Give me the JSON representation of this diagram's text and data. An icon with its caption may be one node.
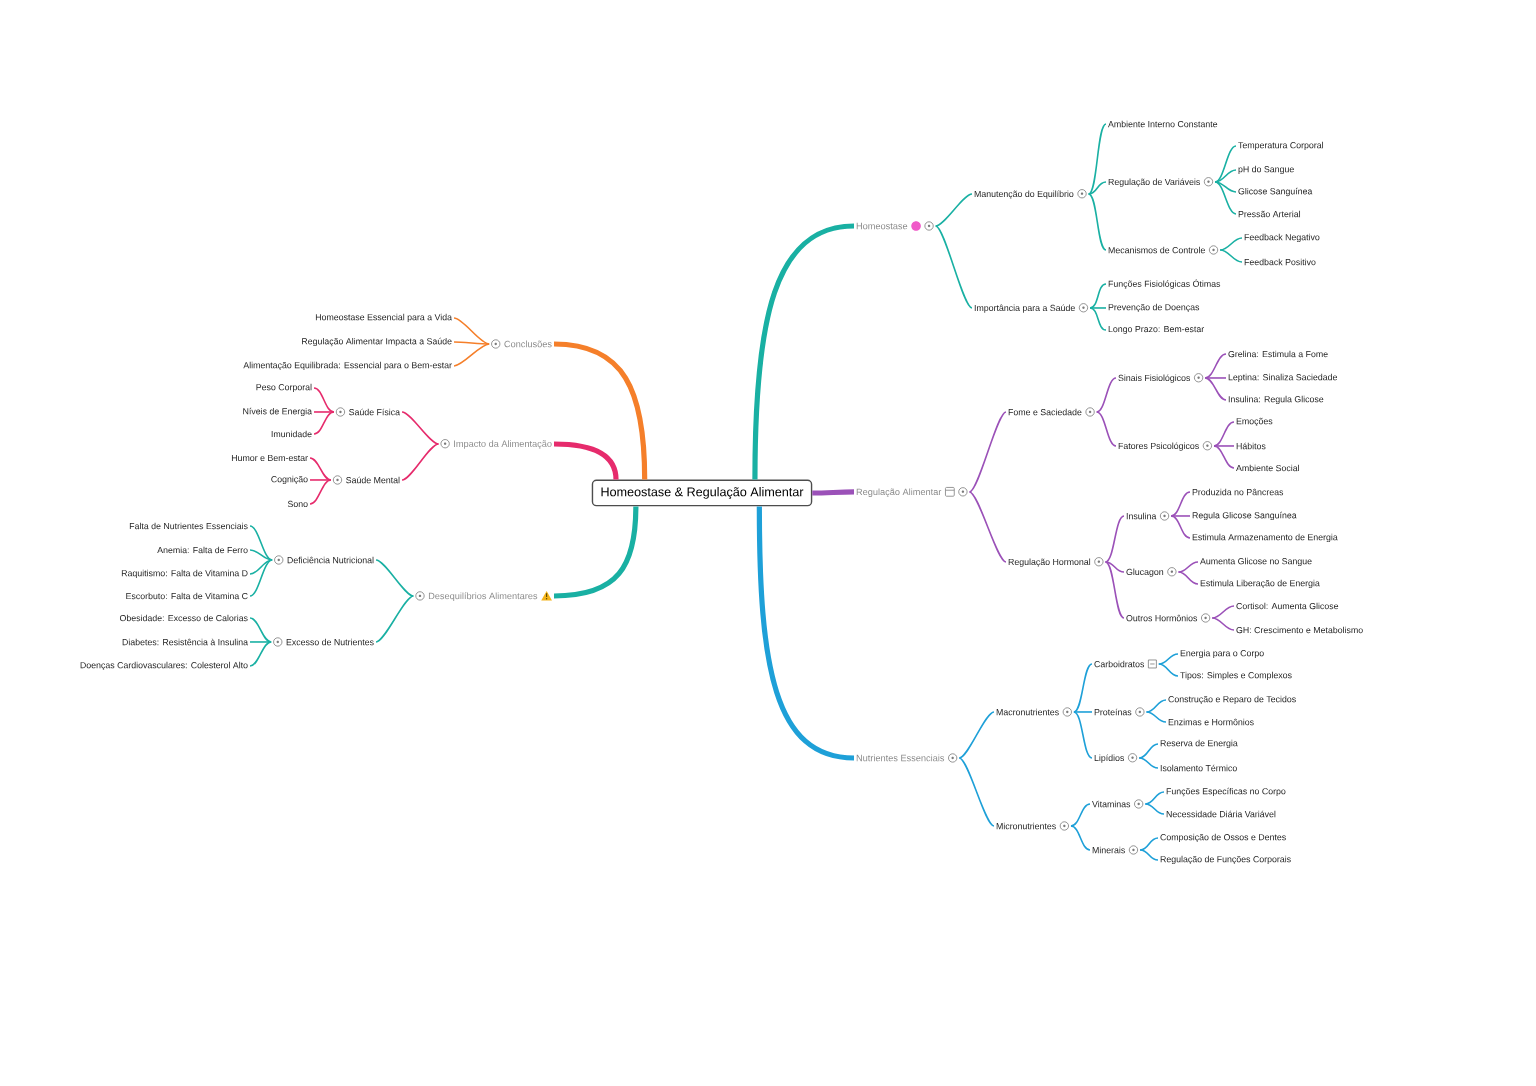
{
  "diagram": {
    "nodes": [
      {
        "text": [
          "Homeostase & Regulação Alimentar"
        ]
      },
      {
        "text": [
          "Homeostase"
        ]
      },
      {
        "text": [
          "Manutenção do Equilíbrio"
        ]
      },
      {
        "text": [
          "Ambiente Interno Constante"
        ]
      },
      {
        "text": [
          "Regulação de Variáveis"
        ]
      },
      {
        "text": [
          "Temperatura Corporal"
        ]
      },
      {
        "text": [
          "pH do Sangue"
        ]
      },
      {
        "text": [
          "Glicose Sanguínea"
        ]
      },
      {
        "text": [
          "Pressão Arterial"
        ]
      },
      {
        "text": [
          "Mecanismos de Controle"
        ]
      },
      {
        "text": [
          "Feedback Negativo"
        ]
      },
      {
        "text": [
          "Feedback Positivo"
        ]
      },
      {
        "text": [
          "Importância para a Saúde"
        ]
      },
      {
        "text": [
          "Funções Fisiológicas Ótimas"
        ]
      },
      {
        "text": [
          "Prevenção de Doenças"
        ]
      },
      {
        "text": [
          "Longo Prazo: Bem-estar"
        ]
      },
      {
        "text": [
          "Regulação Alimentar"
        ]
      },
      {
        "text": [
          "Fome e Saciedade"
        ]
      },
      {
        "text": [
          "Sinais Fisiológicos"
        ]
      },
      {
        "text": [
          "Grelina: Estimula a Fome"
        ]
      },
      {
        "text": [
          "Leptina: Sinaliza Saciedade"
        ]
      },
      {
        "text": [
          "Insulina: Regula Glicose"
        ]
      },
      {
        "text": [
          "Fatores Psicológicos"
        ]
      },
      {
        "text": [
          "Emoções"
        ]
      },
      {
        "text": [
          "Hábitos"
        ]
      },
      {
        "text": [
          "Ambiente Social"
        ]
      },
      {
        "text": [
          "Regulação Hormonal"
        ]
      },
      {
        "text": [
          "Insulina"
        ]
      },
      {
        "text": [
          "Produzida no Pâncreas"
        ]
      },
      {
        "text": [
          "Regula Glicose Sanguínea"
        ]
      },
      {
        "text": [
          "Estimula Armazenamento de Energia"
        ]
      },
      {
        "text": [
          "Glucagon"
        ]
      },
      {
        "text": [
          "Aumenta Glicose no Sangue"
        ]
      },
      {
        "text": [
          "Estimula Liberação de Energia"
        ]
      },
      {
        "text": [
          "Outros Hormônios"
        ]
      },
      {
        "text": [
          "Cortisol: Aumenta Glicose"
        ]
      },
      {
        "text": [
          "GH: Crescimento e Metabolismo"
        ]
      },
      {
        "text": [
          "Nutrientes Essenciais"
        ]
      },
      {
        "text": [
          "Macronutrientes"
        ]
      },
      {
        "text": [
          "Carboidratos"
        ]
      },
      {
        "text": [
          "Energia para o Corpo"
        ]
      },
      {
        "text": [
          "Tipos: Simples e Complexos"
        ]
      },
      {
        "text": [
          "Proteínas"
        ]
      },
      {
        "text": [
          "Construção e Reparo de Tecidos"
        ]
      },
      {
        "text": [
          "Enzimas e Hormônios"
        ]
      },
      {
        "text": [
          "Lipídios"
        ]
      },
      {
        "text": [
          "Reserva de Energia"
        ]
      },
      {
        "text": [
          "Isolamento Térmico"
        ]
      },
      {
        "text": [
          "Micronutrientes"
        ]
      },
      {
        "text": [
          "Vitaminas"
        ]
      },
      {
        "text": [
          "Funções Específicas no Corpo"
        ]
      },
      {
        "text": [
          "Necessidade Diária Variável"
        ]
      },
      {
        "text": [
          "Minerais"
        ]
      },
      {
        "text": [
          "Composição de Ossos e Dentes"
        ]
      },
      {
        "text": [
          "Regulação de Funções Corporais"
        ]
      },
      {
        "text": [
          "Conclusões"
        ]
      },
      {
        "text": [
          "Homeostase Essencial para a Vida"
        ]
      },
      {
        "text": [
          "Regulação Alimentar Impacta a Saúde"
        ]
      },
      {
        "text": [
          "Alimentação Equilibrada: Essencial para o Bem-estar"
        ]
      },
      {
        "text": [
          "Impacto da Alimentação"
        ]
      },
      {
        "text": [
          "Saúde Física"
        ]
      },
      {
        "text": [
          "Peso Corporal"
        ]
      },
      {
        "text": [
          "Níveis de Energia"
        ]
      },
      {
        "text": [
          "Imunidade"
        ]
      },
      {
        "text": [
          "Saúde Mental"
        ]
      },
      {
        "text": [
          "Humor e Bem-estar"
        ]
      },
      {
        "text": [
          "Cognição"
        ]
      },
      {
        "text": [
          "Sono"
        ]
      },
      {
        "text": [
          "Desequilíbrios Alimentares"
        ]
      },
      {
        "text": [
          "Deficiência Nutricional"
        ]
      },
      {
        "text": [
          "Falta de Nutrientes Essenciais"
        ]
      },
      {
        "text": [
          "Anemia: Falta de Ferro"
        ]
      },
      {
        "text": [
          "Raquitismo: Falta de Vitamina D"
        ]
      },
      {
        "text": [
          "Escorbuto: Falta de Vitamina C"
        ]
      },
      {
        "text": [
          "Excesso de Nutrientes"
        ]
      },
      {
        "text": [
          "Obesidade: Excesso de Calorias"
        ]
      },
      {
        "text": [
          "Diabetes: Resistência à Insulina"
        ]
      },
      {
        "text": [
          "Doenças Cardiovasculares: Colesterol Alto"
        ]
      }
    ],
    "edges": [
      {
        "from": 0,
        "to": 1,
        "arrow": "none",
        "style": "thick"
      },
      {
        "from": 1,
        "to": 2,
        "arrow": "none"
      },
      {
        "from": 2,
        "to": 3,
        "arrow": "none"
      },
      {
        "from": 2,
        "to": 4,
        "arrow": "none"
      },
      {
        "from": 4,
        "to": 5,
        "arrow": "none"
      },
      {
        "from": 4,
        "to": 6,
        "arrow": "none"
      },
      {
        "from": 4,
        "to": 7,
        "arrow": "none"
      },
      {
        "from": 4,
        "to": 8,
        "arrow": "none"
      },
      {
        "from": 2,
        "to": 9,
        "arrow": "none"
      },
      {
        "from": 9,
        "to": 10,
        "arrow": "none"
      },
      {
        "from": 9,
        "to": 11,
        "arrow": "none"
      },
      {
        "from": 1,
        "to": 12,
        "arrow": "none"
      },
      {
        "from": 12,
        "to": 13,
        "arrow": "none"
      },
      {
        "from": 12,
        "to": 14,
        "arrow": "none"
      },
      {
        "from": 12,
        "to": 15,
        "arrow": "none"
      },
      {
        "from": 0,
        "to": 16,
        "arrow": "none",
        "style": "thick",
        "color": "#9b51b8"
      },
      {
        "from": 16,
        "to": 17,
        "arrow": "none",
        "color": "#9b51b8"
      },
      {
        "from": 17,
        "to": 18,
        "arrow": "none",
        "color": "#9b51b8"
      },
      {
        "from": 18,
        "to": 19,
        "arrow": "none",
        "color": "#9b51b8"
      },
      {
        "from": 18,
        "to": 20,
        "arrow": "none",
        "color": "#9b51b8"
      },
      {
        "from": 18,
        "to": 21,
        "arrow": "none",
        "color": "#9b51b8"
      },
      {
        "from": 17,
        "to": 22,
        "arrow": "none",
        "color": "#9b51b8"
      },
      {
        "from": 22,
        "to": 23,
        "arrow": "none",
        "color": "#9b51b8"
      },
      {
        "from": 22,
        "to": 24,
        "arrow": "none",
        "color": "#9b51b8"
      },
      {
        "from": 22,
        "to": 25,
        "arrow": "none",
        "color": "#9b51b8"
      },
      {
        "from": 16,
        "to": 26,
        "arrow": "none",
        "color": "#9b51b8"
      },
      {
        "from": 26,
        "to": 27,
        "arrow": "none",
        "color": "#9b51b8"
      },
      {
        "from": 27,
        "to": 28,
        "arrow": "none",
        "color": "#9b51b8"
      },
      {
        "from": 27,
        "to": 29,
        "arrow": "none",
        "color": "#9b51b8"
      },
      {
        "from": 27,
        "to": 30,
        "arrow": "none",
        "color": "#9b51b8"
      },
      {
        "from": 26,
        "to": 31,
        "arrow": "none",
        "color": "#9b51b8"
      },
      {
        "from": 31,
        "to": 32,
        "arrow": "none",
        "color": "#9b51b8"
      },
      {
        "from": 31,
        "to": 33,
        "arrow": "none",
        "color": "#9b51b8"
      },
      {
        "from": 26,
        "to": 34,
        "arrow": "none",
        "color": "#9b51b8"
      },
      {
        "from": 34,
        "to": 35,
        "arrow": "none",
        "color": "#9b51b8"
      },
      {
        "from": 34,
        "to": 36,
        "arrow": "none",
        "color": "#9b51b8"
      },
      {
        "from": 0,
        "to": 37,
        "arrow": "none",
        "style": "thick",
        "color": "#1ea0d8"
      },
      {
        "from": 37,
        "to": 38,
        "arrow": "none",
        "color": "#1ea0d8"
      },
      {
        "from": 38,
        "to": 39,
        "arrow": "none",
        "color": "#1ea0d8"
      },
      {
        "from": 39,
        "to": 40,
        "arrow": "none",
        "color": "#1ea0d8"
      },
      {
        "from": 39,
        "to": 41,
        "arrow": "none",
        "color": "#1ea0d8"
      },
      {
        "from": 38,
        "to": 42,
        "arrow": "none",
        "color": "#1ea0d8"
      },
      {
        "from": 42,
        "to": 43,
        "arrow": "none",
        "color": "#1ea0d8"
      },
      {
        "from": 42,
        "to": 44,
        "arrow": "none",
        "color": "#1ea0d8"
      },
      {
        "from": 38,
        "to": 45,
        "arrow": "none",
        "color": "#1ea0d8"
      },
      {
        "from": 45,
        "to": 46,
        "arrow": "none",
        "color": "#1ea0d8"
      },
      {
        "from": 45,
        "to": 47,
        "arrow": "none",
        "color": "#1ea0d8"
      },
      {
        "from": 37,
        "to": 48,
        "arrow": "none",
        "color": "#1ea0d8"
      },
      {
        "from": 48,
        "to": 49,
        "arrow": "none",
        "color": "#1ea0d8"
      },
      {
        "from": 49,
        "to": 50,
        "arrow": "none",
        "color": "#1ea0d8"
      },
      {
        "from": 49,
        "to": 51,
        "arrow": "none",
        "color": "#1ea0d8"
      },
      {
        "from": 48,
        "to": 52,
        "arrow": "none",
        "color": "#1ea0d8"
      },
      {
        "from": 52,
        "to": 53,
        "arrow": "none",
        "color": "#1ea0d8"
      },
      {
        "from": 52,
        "to": 54,
        "arrow": "none",
        "color": "#1ea0d8"
      },
      {
        "from": 0,
        "to": 55,
        "arrow": "none",
        "style": "thick",
        "color": "#f57f2a"
      },
      {
        "from": 55,
        "to": 56,
        "arrow": "none",
        "color": "#f57f2a"
      },
      {
        "from": 55,
        "to": 57,
        "arrow": "none",
        "color": "#f57f2a"
      },
      {
        "from": 55,
        "to": 58,
        "arrow": "none",
        "color": "#f57f2a"
      },
      {
        "from": 0,
        "to": 59,
        "arrow": "none",
        "style": "thick",
        "color": "#e62b6c"
      },
      {
        "from": 59,
        "to": 60,
        "arrow": "none",
        "color": "#e62b6c"
      },
      {
        "from": 60,
        "to": 61,
        "arrow": "none",
        "color": "#e62b6c"
      },
      {
        "from": 60,
        "to": 62,
        "arrow": "none",
        "color": "#e62b6c"
      },
      {
        "from": 60,
        "to": 63,
        "arrow": "none",
        "color": "#e62b6c"
      },
      {
        "from": 59,
        "to": 64,
        "arrow": "none",
        "color": "#e62b6c"
      },
      {
        "from": 64,
        "to": 65,
        "arrow": "none",
        "color": "#e62b6c"
      },
      {
        "from": 64,
        "to": 66,
        "arrow": "none",
        "color": "#e62b6c"
      },
      {
        "from": 64,
        "to": 67,
        "arrow": "none",
        "color": "#e62b6c"
      },
      {
        "from": 0,
        "to": 68,
        "arrow": "none",
        "style": "thick"
      },
      {
        "from": 68,
        "to": 69,
        "arrow": "none"
      },
      {
        "from": 69,
        "to": 70,
        "arrow": "none"
      },
      {
        "from": 69,
        "to": 71,
        "arrow": "none"
      },
      {
        "from": 69,
        "to": 72,
        "arrow": "none"
      },
      {
        "from": 69,
        "to": 73,
        "arrow": "none"
      },
      {
        "from": 68,
        "to": 74,
        "arrow": "none"
      },
      {
        "from": 74,
        "to": 75,
        "arrow": "none"
      },
      {
        "from": 74,
        "to": 76,
        "arrow": "none"
      },
      {
        "from": 74,
        "to": 77,
        "arrow": "none"
      }
    ]
  }
}
